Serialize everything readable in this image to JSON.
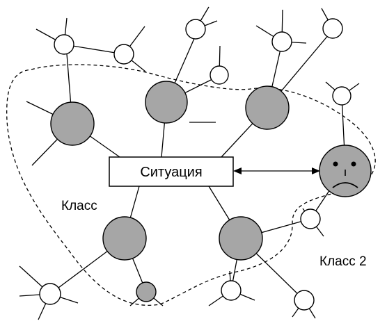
{
  "diagram": {
    "center_box_label": "Ситуация",
    "class_label_1": "Класс",
    "class_label_2": "Класс 2"
  }
}
